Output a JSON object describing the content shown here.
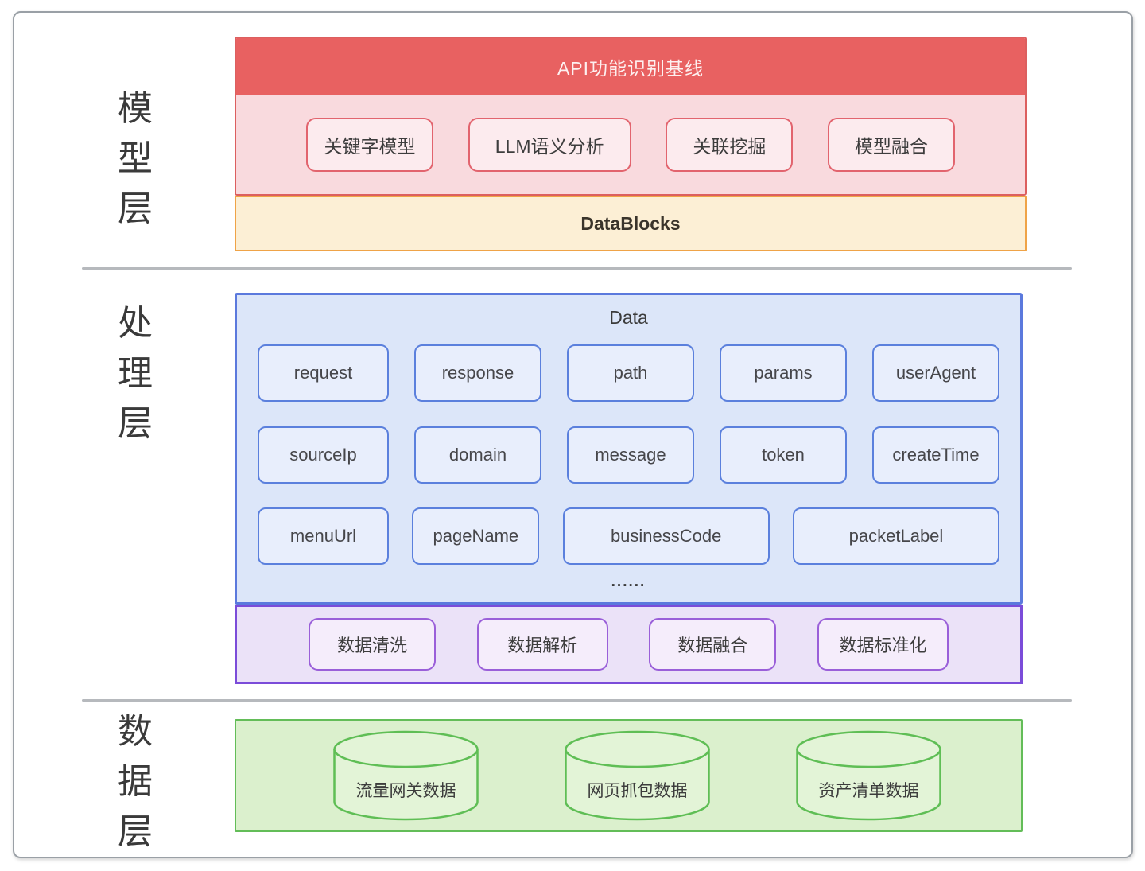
{
  "model_layer": {
    "label": "模型层",
    "header": "API功能识别基线",
    "models": [
      "关键字模型",
      "LLM语义分析",
      "关联挖掘",
      "模型融合"
    ],
    "datablocks_label": "DataBlocks"
  },
  "processing_layer": {
    "label": "处理层",
    "data_group_title": "Data",
    "fields": [
      "request",
      "response",
      "path",
      "params",
      "userAgent",
      "sourceIp",
      "domain",
      "message",
      "token",
      "createTime",
      "menuUrl",
      "pageName",
      "businessCode",
      "packetLabel"
    ],
    "ellipsis": "......",
    "steps": [
      "数据清洗",
      "数据解析",
      "数据融合",
      "数据标准化"
    ]
  },
  "data_layer": {
    "label": "数据层",
    "sources": [
      "流量网关数据",
      "网页抓包数据",
      "资产清单数据"
    ]
  },
  "colors": {
    "header_red_bg": "#e86161",
    "model_border": "#dc5f5f",
    "model_body_bg": "#f9dade",
    "model_box_bg": "#fcebee",
    "datablocks_bg": "#fcefd5",
    "datablocks_border": "#efa347",
    "data_group_bg": "#dce6f9",
    "data_group_border": "#5b79dd",
    "field_box_bg": "#e8eefc",
    "field_box_border": "#5b80dd",
    "steps_bg": "#ebe2f8",
    "steps_border": "#7b4cd9",
    "step_box_bg": "#f5edfb",
    "step_box_border": "#9a5fd9",
    "sources_bg": "#dbf0cd",
    "sources_border": "#63bd58",
    "cylinder_fill": "#e3f4d7",
    "cylinder_stroke": "#5fbe55",
    "divider": "#b6b9bd"
  }
}
